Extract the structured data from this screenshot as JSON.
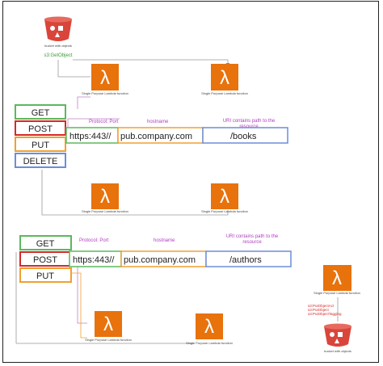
{
  "top": {
    "bucket_caption": "bucket with objects",
    "s3_action": "s3:GetObject",
    "lambda_1": "Single Purpose Lambda function",
    "lambda_2": "Single Purpose Lambda function",
    "lambda_3": "Single Purpose Lambda function",
    "lambda_4": "Single Purpose Lambda function",
    "methods": [
      "GET",
      "POST",
      "PUT",
      "DELETE"
    ],
    "protocol_label": "Protocol: Port",
    "hostname_label": "hostname",
    "path_label_1": "URI contains path to the",
    "path_label_2": "resource",
    "url_protocol": "https:443//",
    "url_host": "pub.company.com",
    "url_path": "/books"
  },
  "bottom": {
    "methods": [
      "GET",
      "POST",
      "PUT"
    ],
    "protocol_label": "Protocol: Port",
    "hostname_label": "hostname",
    "path_label_1": "URI contains path to the",
    "path_label_2": "resource",
    "url_protocol": "https:443//",
    "url_host": "pub.company.com",
    "url_path": "/authors",
    "lambda_1": "Single Purpose Lambda function",
    "lambda_2": "Single Purpose Lambda function",
    "lambda_3": "Single Purpose Lambda function",
    "s3_actions": [
      "s3:PutObjectAcl",
      "s3:PutObject",
      "s3:PutObjectTagging"
    ],
    "bucket_caption": "bucket with objects"
  },
  "colors": {
    "bucket": "#d9453a",
    "lambda": "#e8720c",
    "green": "#5cb85c",
    "red": "#d62828",
    "orange": "#f0a030",
    "blue": "#6c8ed8",
    "purple": "#b040c0",
    "text": "#222222"
  }
}
